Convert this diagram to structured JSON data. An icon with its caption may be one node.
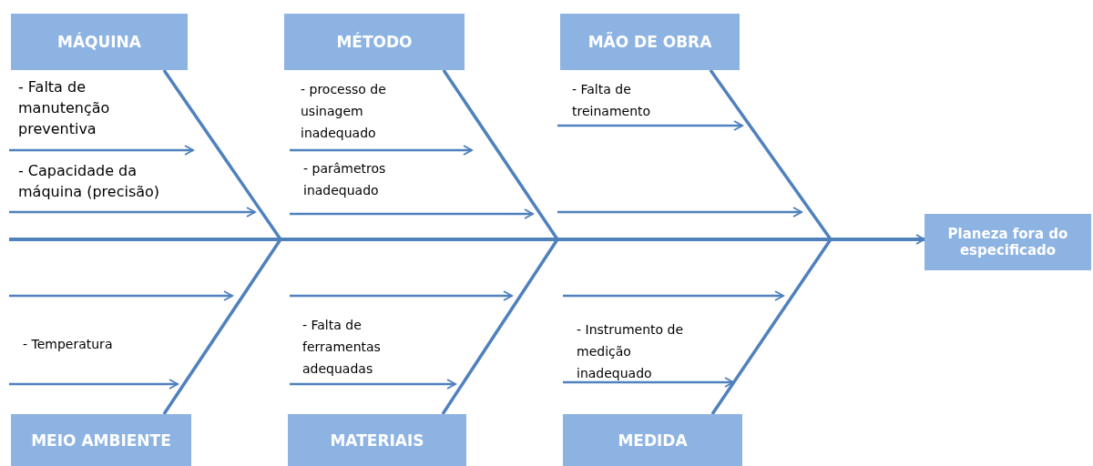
{
  "diagram": {
    "nodes": [
      {
        "text": [
          "MÁQUINA"
        ]
      },
      {
        "text": [
          "MÉTODO"
        ]
      },
      {
        "text": [
          "MÃO DE OBRA"
        ]
      },
      {
        "text": [
          "MEIO AMBIENTE"
        ]
      },
      {
        "text": [
          "MATERIAIS"
        ]
      },
      {
        "text": [
          "MEDIDA"
        ]
      },
      {
        "text": [
          "Planeza fora do especificado"
        ]
      }
    ],
    "edges": [
      {
        "from": null,
        "to": 6,
        "arrow": "to"
      },
      {
        "from": 0,
        "to": null,
        "arrow": "none"
      },
      {
        "from": 1,
        "to": null,
        "arrow": "none"
      },
      {
        "from": 2,
        "to": null,
        "arrow": "none"
      },
      {
        "from": 3,
        "to": null,
        "arrow": "none"
      },
      {
        "from": 4,
        "to": null,
        "arrow": "none"
      },
      {
        "from": 5,
        "to": null,
        "arrow": "none"
      }
    ],
    "labels": [
      "- Falta de manutenção preventiva",
      "- processo de usinagem inadequado",
      "- Falta de treinamento",
      "- Capacidade da máquina (precisão)",
      "- parâmetros inadequado",
      "- Temperatura",
      "- Falta de ferramentas adequadas",
      "- Instrumento de medição inadequado"
    ]
  }
}
